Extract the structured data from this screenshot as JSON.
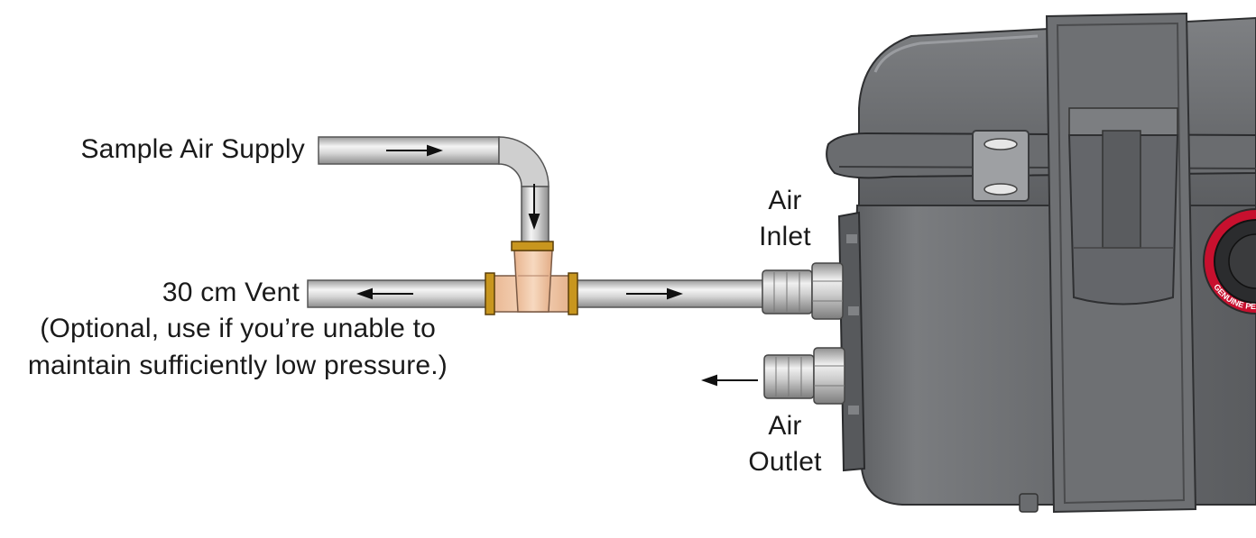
{
  "labels": {
    "sample_air_supply": "Sample Air Supply",
    "vent": "30 cm Vent",
    "vent_note_1": "(Optional, use if you’re unable to",
    "vent_note_2": "maintain sufficiently low pressure.)",
    "air_inlet_1": "Air",
    "air_inlet_2": "Inlet",
    "air_outlet_1": "Air",
    "air_outlet_2": "Outlet"
  },
  "case_badge_text": "GENUINE PELI",
  "colors": {
    "tube": "#c9c9c9",
    "tee_fitting": "#f2c9a8",
    "brass_ring": "#c8961e",
    "case_body": "#6b6d70",
    "case_highlight": "#8a8c8f",
    "badge_red": "#c8102e"
  },
  "icons": [
    "flow-arrow-icon",
    "tee-fitting-icon",
    "compression-fitting-icon",
    "case-latch-icon"
  ]
}
